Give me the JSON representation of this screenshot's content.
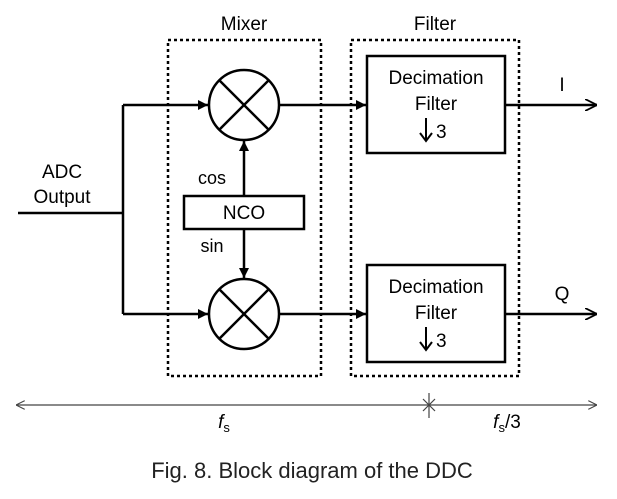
{
  "input": {
    "line1": "ADC",
    "line2": "Output"
  },
  "mixer": {
    "title": "Mixer"
  },
  "filter": {
    "title": "Filter"
  },
  "nco": {
    "label": "NCO",
    "cos_label": "cos",
    "sin_label": "sin"
  },
  "decimation_top": {
    "line1": "Decimation",
    "line2": "Filter",
    "factor": "3"
  },
  "decimation_bottom": {
    "line1": "Decimation",
    "line2": "Filter",
    "factor": "3"
  },
  "outputs": {
    "i": "I",
    "q": "Q"
  },
  "rates": {
    "fs_symbol": "f",
    "fs_sub": "s",
    "fs_div_suffix": "/3"
  },
  "caption": "Fig. 8. Block diagram of the DDC"
}
